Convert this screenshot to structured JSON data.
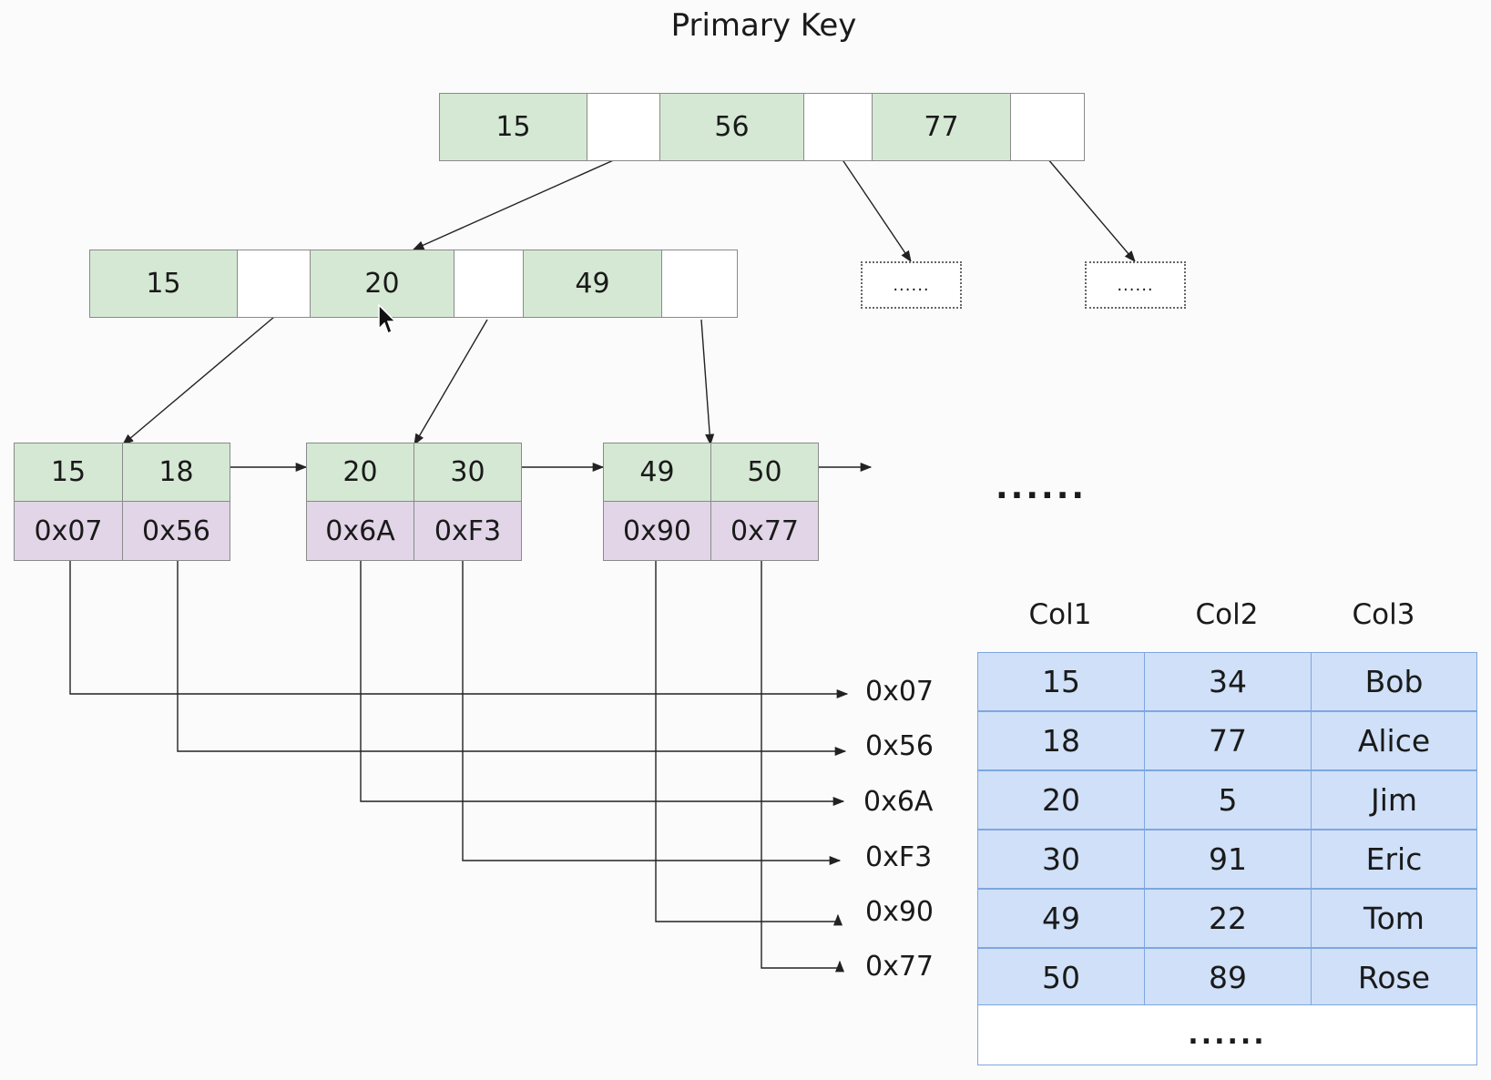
{
  "title": "Primary Key",
  "root": {
    "keys": [
      "15",
      "56",
      "77"
    ]
  },
  "internal": {
    "keys": [
      "15",
      "20",
      "49"
    ]
  },
  "placeholders": [
    "......",
    "......"
  ],
  "leaves": [
    {
      "keys": [
        "15",
        "18"
      ],
      "addrs": [
        "0x07",
        "0x56"
      ]
    },
    {
      "keys": [
        "20",
        "30"
      ],
      "addrs": [
        "0x6A",
        "0xF3"
      ]
    },
    {
      "keys": [
        "49",
        "50"
      ],
      "addrs": [
        "0x90",
        "0x77"
      ]
    }
  ],
  "leaf_ellipsis": "......",
  "addresses": [
    "0x07",
    "0x56",
    "0x6A",
    "0xF3",
    "0x90",
    "0x77"
  ],
  "table": {
    "columns": [
      "Col1",
      "Col2",
      "Col3"
    ],
    "rows": [
      [
        "15",
        "34",
        "Bob"
      ],
      [
        "18",
        "77",
        "Alice"
      ],
      [
        "20",
        "5",
        "Jim"
      ],
      [
        "30",
        "91",
        "Eric"
      ],
      [
        "49",
        "22",
        "Tom"
      ],
      [
        "50",
        "89",
        "Rose"
      ]
    ],
    "more": "......"
  },
  "colors": {
    "key_fill": "#d5e8d4",
    "addr_fill": "#e1d5e7",
    "table_fill": "#cfe0f8",
    "table_border": "#7ea6e0"
  }
}
